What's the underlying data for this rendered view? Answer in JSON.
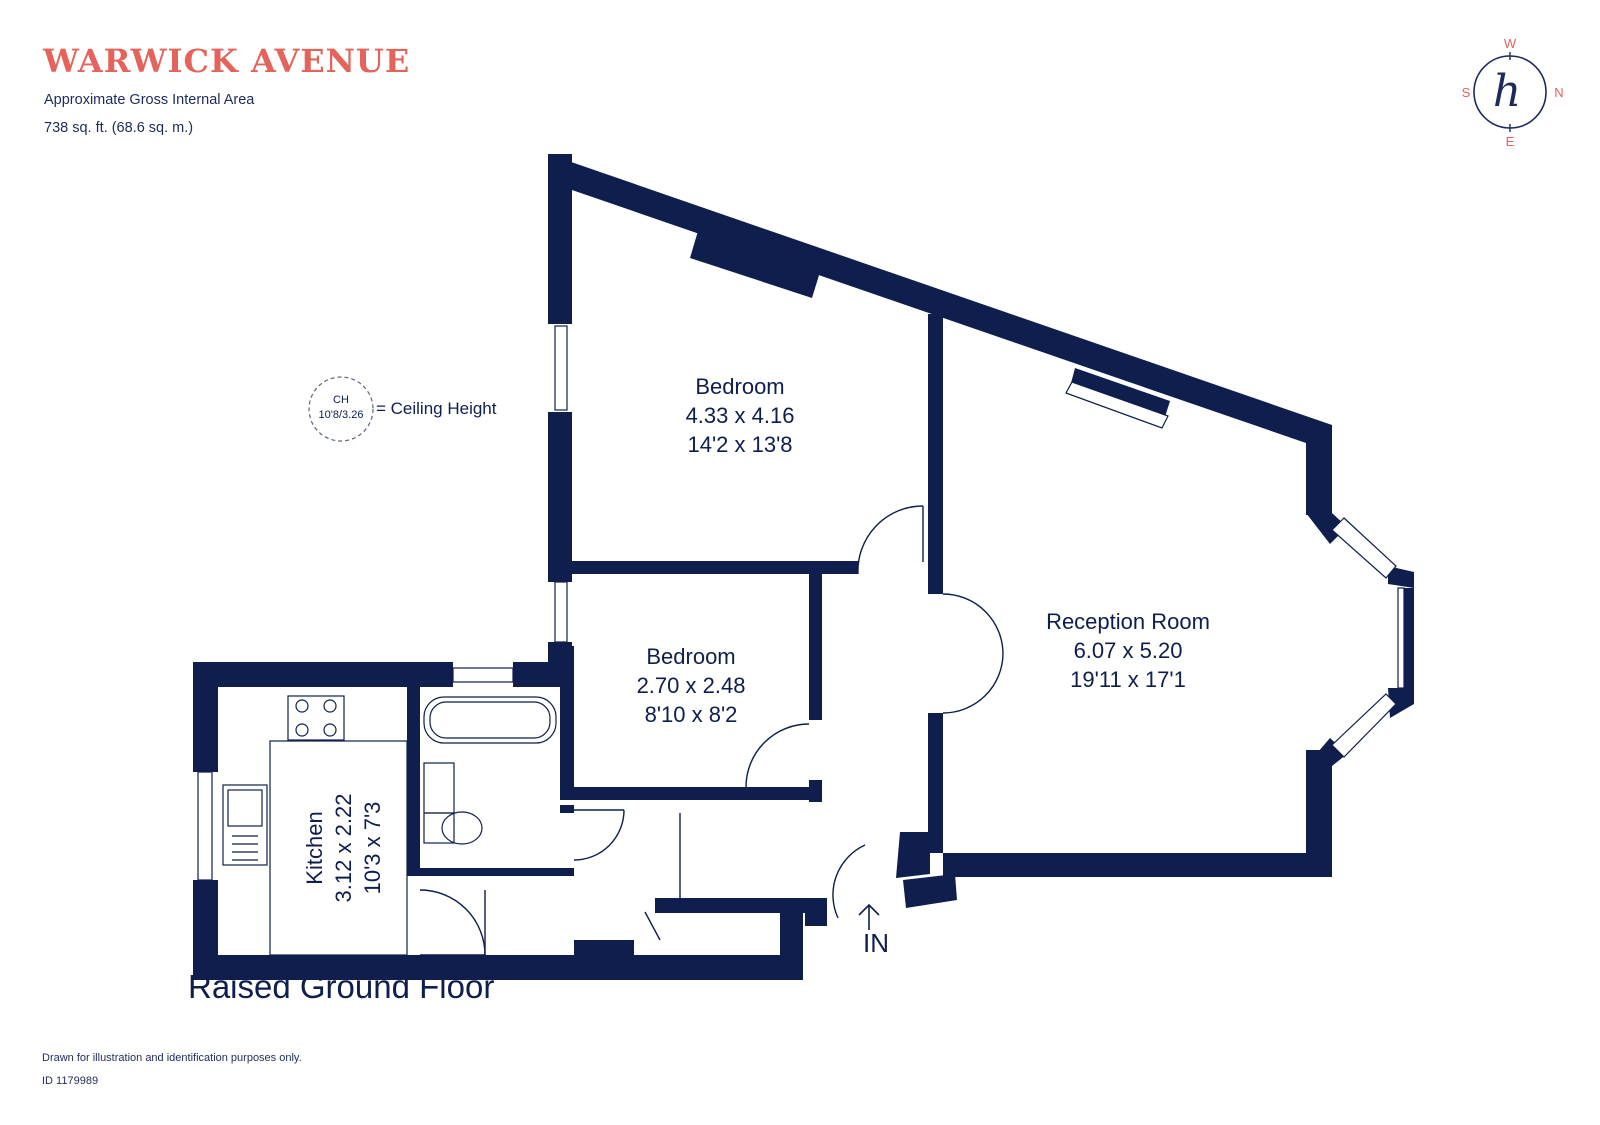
{
  "header": {
    "title": "WARWICK AVENUE",
    "area_label": "Approximate Gross Internal Area",
    "area_value": "738 sq. ft. (68.6 sq. m.)"
  },
  "compass": {
    "north": "N",
    "south": "S",
    "east": "E",
    "west": "W",
    "logo": "h"
  },
  "legend": {
    "ch_abbrev": "CH",
    "ch_value": "10'8/3.26",
    "ch_text": "= Ceiling Height"
  },
  "rooms": {
    "bedroom1": {
      "name": "Bedroom",
      "metric": "4.33 x 4.16",
      "imperial": "14'2 x 13'8"
    },
    "bedroom2": {
      "name": "Bedroom",
      "metric": "2.70 x 2.48",
      "imperial": "8'10 x 8'2"
    },
    "reception": {
      "name": "Reception Room",
      "metric": "6.07 x 5.20",
      "imperial": "19'11 x 17'1"
    },
    "kitchen": {
      "name": "Kitchen",
      "metric": "3.12 x 2.22",
      "imperial": "10'3 x 7'3"
    }
  },
  "entrance": "IN",
  "floor_name": "Raised Ground Floor",
  "footer": {
    "disclaimer": "Drawn for illustration and identification purposes only.",
    "id": "ID 1179989"
  },
  "colors": {
    "wall": "#0f1e4d",
    "title": "#e4635a",
    "text": "#1f2a5c",
    "background": "#ffffff"
  }
}
